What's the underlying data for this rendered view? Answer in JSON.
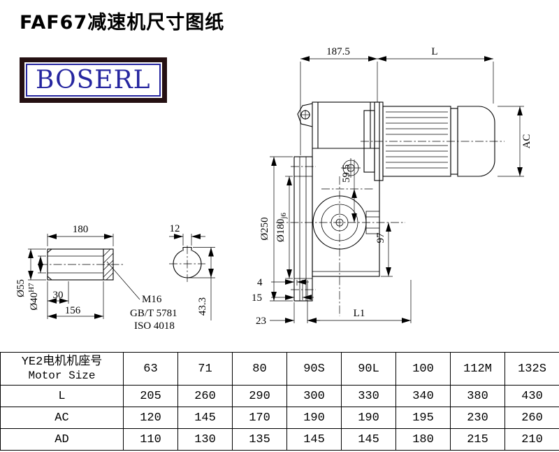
{
  "title": "FAF67减速机尺寸图纸",
  "logo": "BOSERL",
  "drawing": {
    "main_view": {
      "dim_flange_to_motor": "187.5",
      "dim_motor_length": "L",
      "dim_motor_diameter": "AC",
      "flange_diameter": "Ø250",
      "spigot_diameter_base": "Ø180",
      "spigot_diameter_tol": "j6",
      "dim_59_5": "59.5",
      "dim_97": "97",
      "dim_4": "4",
      "dim_15": "15",
      "dim_23": "23",
      "dim_l1": "L1"
    },
    "shaft_view": {
      "dim_length": "180",
      "outer_diameter": "Ø55",
      "bore_diameter_base": "Ø40",
      "bore_diameter_tol": "H7",
      "dim_30": "30",
      "dim_156": "156",
      "thread": "M16",
      "standard_bolt": "GB/T 5781",
      "standard_washer": "ISO 4018",
      "key_width": "12",
      "key_depth": "43.3"
    }
  },
  "table": {
    "header": {
      "label_cn": "YE2电机机座号",
      "label_en": "Motor Size",
      "sizes": [
        "63",
        "71",
        "80",
        "90S",
        "90L",
        "100",
        "112M",
        "132S"
      ]
    },
    "rows": [
      {
        "label": "L",
        "values": [
          "205",
          "260",
          "290",
          "300",
          "330",
          "340",
          "380",
          "430"
        ]
      },
      {
        "label": "AC",
        "values": [
          "120",
          "145",
          "170",
          "190",
          "190",
          "195",
          "230",
          "260"
        ]
      },
      {
        "label": "AD",
        "values": [
          "110",
          "130",
          "135",
          "145",
          "145",
          "180",
          "215",
          "210"
        ]
      }
    ]
  },
  "colors": {
    "logo_text": "#2626a0",
    "logo_border": "#241012",
    "line": "#000000"
  }
}
